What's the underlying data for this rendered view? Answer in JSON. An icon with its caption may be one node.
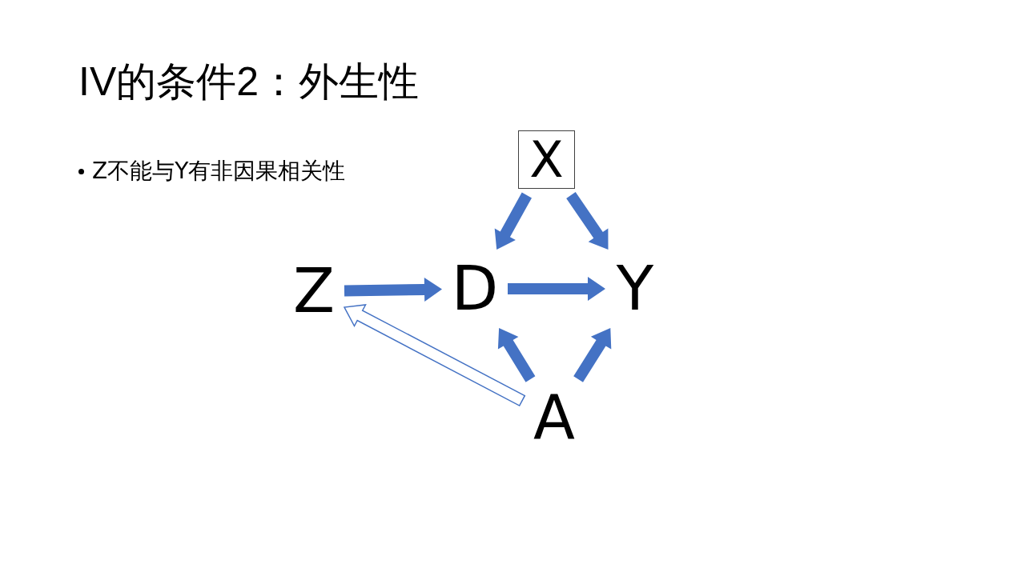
{
  "diagram": {
    "title": "IV的条件2：外生性",
    "nodes": [
      {
        "text": [
          "X"
        ]
      },
      {
        "text": [
          "Z"
        ]
      },
      {
        "text": [
          "D"
        ]
      },
      {
        "text": [
          "Y"
        ]
      },
      {
        "text": [
          "A"
        ]
      }
    ],
    "edges": [
      {
        "from": 0,
        "to": 2,
        "arrow": "to"
      },
      {
        "from": 0,
        "to": 3,
        "arrow": "to"
      },
      {
        "from": 1,
        "to": 2,
        "arrow": "to"
      },
      {
        "from": 2,
        "to": 3,
        "arrow": "to"
      },
      {
        "from": 4,
        "to": 2,
        "arrow": "to"
      },
      {
        "from": 4,
        "to": 3,
        "arrow": "to"
      },
      {
        "from": 4,
        "to": 1,
        "arrow": "to",
        "color": "#ffffff"
      }
    ],
    "labels": [
      "Z不能与Y有非因果相关性"
    ]
  }
}
